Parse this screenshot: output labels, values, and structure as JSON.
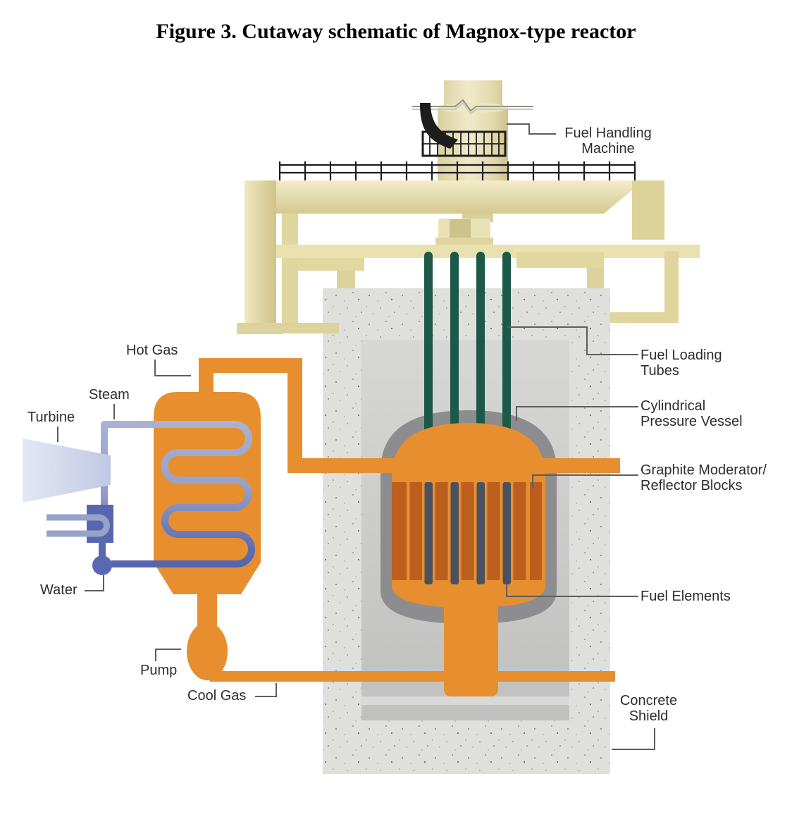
{
  "title": "Figure 3. Cutaway schematic of Magnox-type reactor",
  "labels": {
    "hot_gas": "Hot Gas",
    "steam": "Steam",
    "turbine": "Turbine",
    "water": "Water",
    "pump": "Pump",
    "cool_gas": "Cool Gas",
    "fuel_elements": "Fuel Elements",
    "fuel_handling": {
      "line1": "Fuel Handling",
      "line2": "Machine"
    },
    "fuel_loading": {
      "line1": "Fuel Loading",
      "line2": "Tubes"
    },
    "pressure_vessel": {
      "line1": "Cylindrical",
      "line2": "Pressure Vessel"
    },
    "graphite": {
      "line1": "Graphite Moderator/",
      "line2": "Reflector Blocks"
    },
    "concrete_shield": {
      "line1": "Concrete",
      "line2": "Shield"
    }
  },
  "colors": {
    "coolant_orange": "#E78F2F",
    "moderator_brown": "#BC5E1E",
    "fuel_element_gray": "#4A5260",
    "vessel_gray": "#8D8D8F",
    "concrete_base": "#DFDFDC",
    "cavity_gray": "#CBCBCA",
    "gantry_cream": "#E5DDA7",
    "tube_green": "#1C5948",
    "steam_blue": "#A8B1D4",
    "water_blue": "#5A68B2",
    "condenser_blue": "#5866B0",
    "turbine_lavender": "#D8DCF0",
    "leader_gray": "#5E5E5E",
    "label_text": "#2D2D2D"
  }
}
